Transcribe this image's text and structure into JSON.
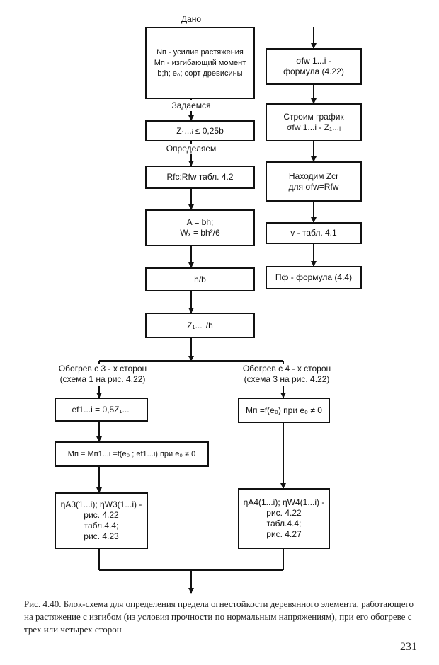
{
  "flowchart": {
    "labels": {
      "given": "Дано",
      "assume": "Задаемся",
      "determine": "Определяем",
      "heat3": [
        "Обогрев с 3 - х сторон",
        "(схема 1 на рис. 4.22)"
      ],
      "heat4": [
        "Обогрев с 4 - х сторон",
        "(схема 3 на рис. 4.22)"
      ]
    },
    "left_boxes": {
      "given_data": [
        "Nп - усилие растяжения",
        "Mп - изгибающий момент",
        "b;h; e₀; сорт древисины"
      ],
      "z_assume": [
        "Z₁...ᵢ ≤ 0,25b"
      ],
      "r_table": [
        "Rfc:Rfw табл. 4.2"
      ],
      "area": [
        "A = bh;",
        "Wₓ = bh²/6"
      ],
      "h_b": [
        "h/b"
      ],
      "z_h": [
        "Z₁...ᵢ /h"
      ],
      "e_f": [
        "ef1...i = 0,5Z₁...ᵢ"
      ],
      "m_n_left": [
        "Mп = Mп1...i =f(e₀ ; ef1...i) при e₀ ≠ 0"
      ],
      "eta3": [
        "ηA3(1...i); ηW3(1...i) -",
        "рис. 4.22",
        "табл.4.4;",
        "рис. 4.23"
      ]
    },
    "right_boxes": {
      "m_n_right": [
        "Mп =f(e₀) при e₀ ≠ 0"
      ],
      "eta4": [
        "ηA4(1...i); ηW4(1...i) -",
        "рис. 4.22",
        "табл.4.4;",
        "рис. 4.27"
      ],
      "sigma_formula": [
        "σfw 1...i -",
        "формула (4.22)"
      ],
      "build_graph": [
        "Строим график",
        "σfw 1...i - Z₁...ᵢ"
      ],
      "find_zcr": [
        "Находим Zcr",
        "для σfw=Rfw"
      ],
      "v_table": [
        "v - табл. 4.1"
      ],
      "p_formula": [
        "Пф - формула (4.4)"
      ]
    }
  },
  "caption": "Рис. 4.40. Блок-схема для определения предела огнестойкости деревянного элемента, работающего на растяжение с изгибом (из условия прочности по нормальным напряжениям), при его обогреве с трех или четырех сторон",
  "page_number": "231"
}
